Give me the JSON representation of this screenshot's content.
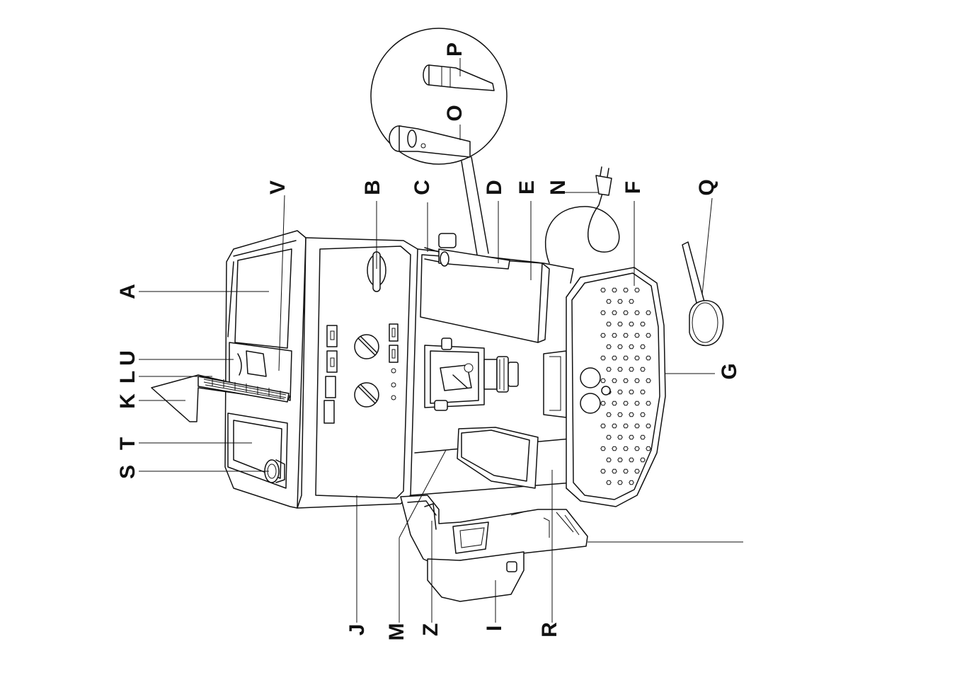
{
  "labels": {
    "A": "A",
    "L": "L",
    "U": "U",
    "K": "K",
    "T": "T",
    "S": "S",
    "V": "V",
    "B": "B",
    "C": "C",
    "D": "D",
    "E": "E",
    "N": "N",
    "F": "F",
    "Q": "Q",
    "P": "P",
    "O": "O",
    "G": "G",
    "J": "J",
    "M": "M",
    "Z": "Z",
    "I": "I",
    "R": "R"
  }
}
